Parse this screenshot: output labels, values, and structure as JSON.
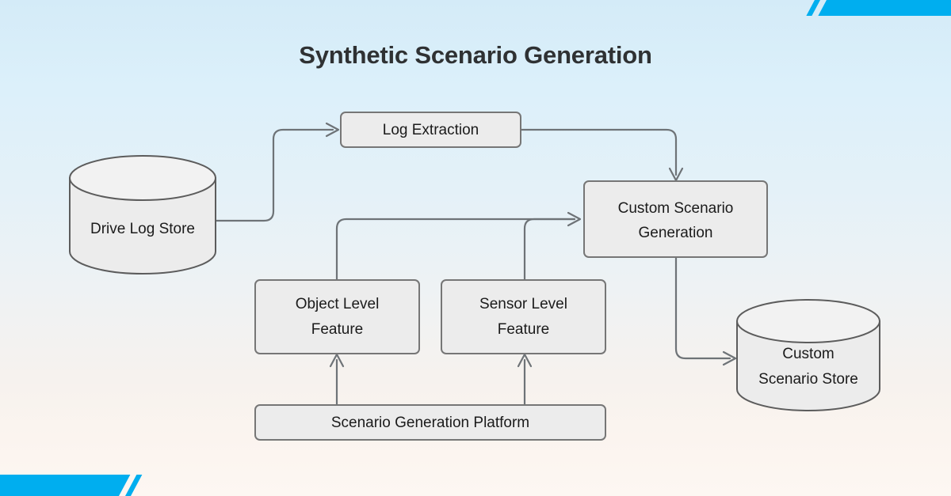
{
  "page": {
    "title": "Synthetic Scenario Generation",
    "background_top_color": "#d4ebf8",
    "background_bottom_color": "#fdf7f2",
    "accent_color": "#00aeef"
  },
  "diagram": {
    "type": "flowchart",
    "node_fill_color": "#ececec",
    "node_border_color": "#767676",
    "edge_color": "#6e7377",
    "nodes": [
      {
        "id": "drive-log-store",
        "shape": "cylinder",
        "label": "Drive Log Store",
        "lines": [
          "Drive Log Store"
        ]
      },
      {
        "id": "log-extraction",
        "shape": "rectangle",
        "label": "Log Extraction",
        "lines": [
          "Log Extraction"
        ]
      },
      {
        "id": "custom-scenario-generation",
        "shape": "rectangle",
        "label": "Custom Scenario Generation",
        "lines": [
          "Custom Scenario",
          "Generation"
        ]
      },
      {
        "id": "object-level-feature",
        "shape": "rectangle",
        "label": "Object Level Feature",
        "lines": [
          "Object Level",
          "Feature"
        ]
      },
      {
        "id": "sensor-level-feature",
        "shape": "rectangle",
        "label": "Sensor Level Feature",
        "lines": [
          "Sensor Level",
          "Feature"
        ]
      },
      {
        "id": "scenario-generation-platform",
        "shape": "rectangle",
        "label": "Scenario Generation Platform",
        "lines": [
          "Scenario Generation Platform"
        ]
      },
      {
        "id": "custom-scenario-store",
        "shape": "cylinder",
        "label": "Custom Scenario Store",
        "lines": [
          "Custom",
          "Scenario Store"
        ]
      }
    ],
    "edges": [
      {
        "id": "edge-drive-log-store-to-log-extraction",
        "from": "drive-log-store",
        "to": "log-extraction"
      },
      {
        "id": "edge-log-extraction-to-custom-scenario-generation",
        "from": "log-extraction",
        "to": "custom-scenario-generation"
      },
      {
        "id": "edge-object-level-feature-to-custom-scenario-generation",
        "from": "object-level-feature",
        "to": "custom-scenario-generation"
      },
      {
        "id": "edge-sensor-level-feature-to-custom-scenario-generation",
        "from": "sensor-level-feature",
        "to": "custom-scenario-generation"
      },
      {
        "id": "edge-platform-to-object-level-feature",
        "from": "scenario-generation-platform",
        "to": "object-level-feature"
      },
      {
        "id": "edge-platform-to-sensor-level-feature",
        "from": "scenario-generation-platform",
        "to": "sensor-level-feature"
      },
      {
        "id": "edge-custom-scenario-generation-to-custom-scenario-store",
        "from": "custom-scenario-generation",
        "to": "custom-scenario-store"
      }
    ]
  }
}
